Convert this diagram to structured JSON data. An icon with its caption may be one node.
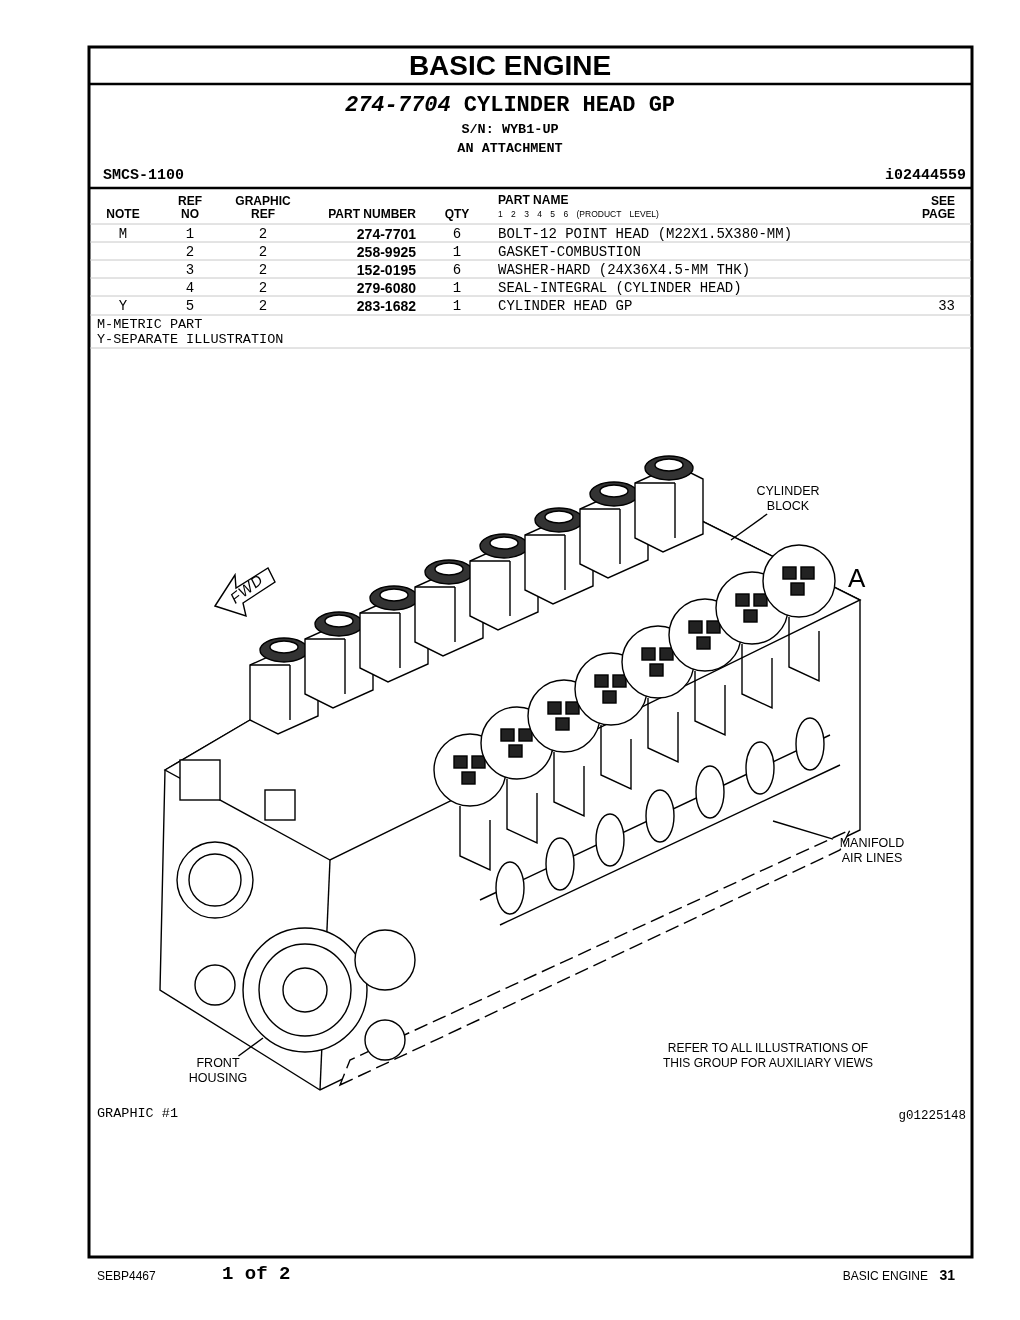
{
  "diagram": {
    "title": "BASIC ENGINE",
    "nodes": [
      {
        "text": [
          "CYLINDER BLOCK"
        ]
      },
      {
        "text": [
          "MANIFOLD AIR LINES"
        ]
      },
      {
        "text": [
          "FRONT HOUSING"
        ]
      }
    ],
    "edges": [
      {
        "from": 0,
        "to": null,
        "arrow": "none"
      },
      {
        "from": 1,
        "to": null,
        "arrow": "none"
      },
      {
        "from": 2,
        "to": null,
        "arrow": "none"
      }
    ],
    "labels": [
      "**274-7704** CYLINDER HEAD GP",
      "S/N: WYB1-UP",
      "AN ATTACHMENT",
      "SMCS-1100",
      "i02444559",
      "NOTE",
      "REF NO",
      "GRAPHIC REF",
      "PART NUMBER",
      "QTY",
      "PART NAME",
      "1 2 3 4 5 6 (PRODUCT LEVEL)",
      "SEE PAGE",
      "M",
      "1",
      "2",
      "274-7701",
      "6",
      "BOLT-12 POINT HEAD (M22X1.5X380-MM)",
      "2",
      "2",
      "258-9925",
      "1",
      "GASKET-COMBUSTION",
      "3",
      "2",
      "152-0195",
      "6",
      "WASHER-HARD (24X36X4.5-MM THK)",
      "4",
      "2",
      "279-6080",
      "1",
      "SEAL-INTEGRAL (CYLINDER HEAD)",
      "Y",
      "5",
      "2",
      "283-1682",
      "1",
      "CYLINDER HEAD GP",
      "33",
      "M-METRIC PART",
      "Y-SEPARATE ILLUSTRATION",
      "FWD",
      "A",
      "REFER TO ALL ILLUSTRATIONS OF THIS GROUP FOR AUXILIARY VIEWS",
      "GRAPHIC #1",
      "g01225148",
      "SEBP4467",
      "1 of 2",
      "BASIC ENGINE",
      "31"
    ]
  }
}
